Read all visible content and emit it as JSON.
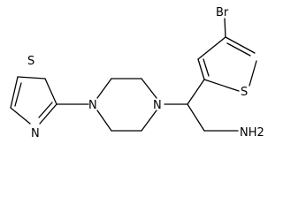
{
  "molecule": {
    "atoms": {
      "bromine": "Br",
      "thiophene_sulfur": "S",
      "thiazole_sulfur": "S",
      "thiazole_nitrogen": "N",
      "piperazine_nitrogen_left": "N",
      "piperazine_nitrogen_right": "N",
      "amine": "NH2"
    }
  }
}
